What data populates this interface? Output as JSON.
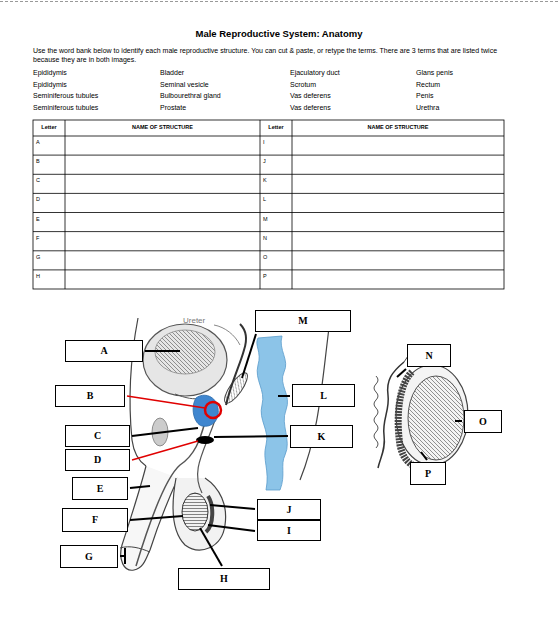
{
  "diagram": {
    "title": "Male Reproductive System: Anatomy",
    "nodes": [
      {
        "text": [
          "M"
        ]
      },
      {
        "text": [
          "A"
        ]
      },
      {
        "text": [
          "N"
        ]
      },
      {
        "text": [
          "B"
        ]
      },
      {
        "text": [
          "L"
        ]
      },
      {
        "text": [
          "O"
        ]
      },
      {
        "text": [
          "C"
        ]
      },
      {
        "text": [
          "K"
        ]
      },
      {
        "text": [
          "D"
        ]
      },
      {
        "text": [
          "P"
        ]
      },
      {
        "text": [
          "E"
        ]
      },
      {
        "text": [
          "J"
        ]
      },
      {
        "text": [
          "F"
        ]
      },
      {
        "text": [
          "I"
        ]
      },
      {
        "text": [
          "G"
        ]
      },
      {
        "text": [
          "H"
        ]
      }
    ],
    "labels": [
      "Use the word bank below to identify each male reproductive structure. You can cut & paste, or retype the terms. There are 3 terms that are listed twice because they are in both images.",
      "Epididymis",
      "Bladder",
      "Ejaculatory duct",
      "Glans penis",
      "Epididymis",
      "Seminal vesicle",
      "Scrotum",
      "Rectum",
      "Seminiferous tubules",
      "Bulbourethral gland",
      "Vas deferens",
      "Penis",
      "Seminiferous tubules",
      "Prostate",
      "Vas deferens",
      "Urethra",
      "Letter",
      "NAME OF STRUCTURE",
      "Letter",
      "NAME OF STRUCTURE",
      "A",
      "I",
      "B",
      "J",
      "C",
      "K",
      "D",
      "L",
      "E",
      "M",
      "F",
      "N",
      "G",
      "O",
      "H",
      "P",
      "Ureter"
    ]
  }
}
